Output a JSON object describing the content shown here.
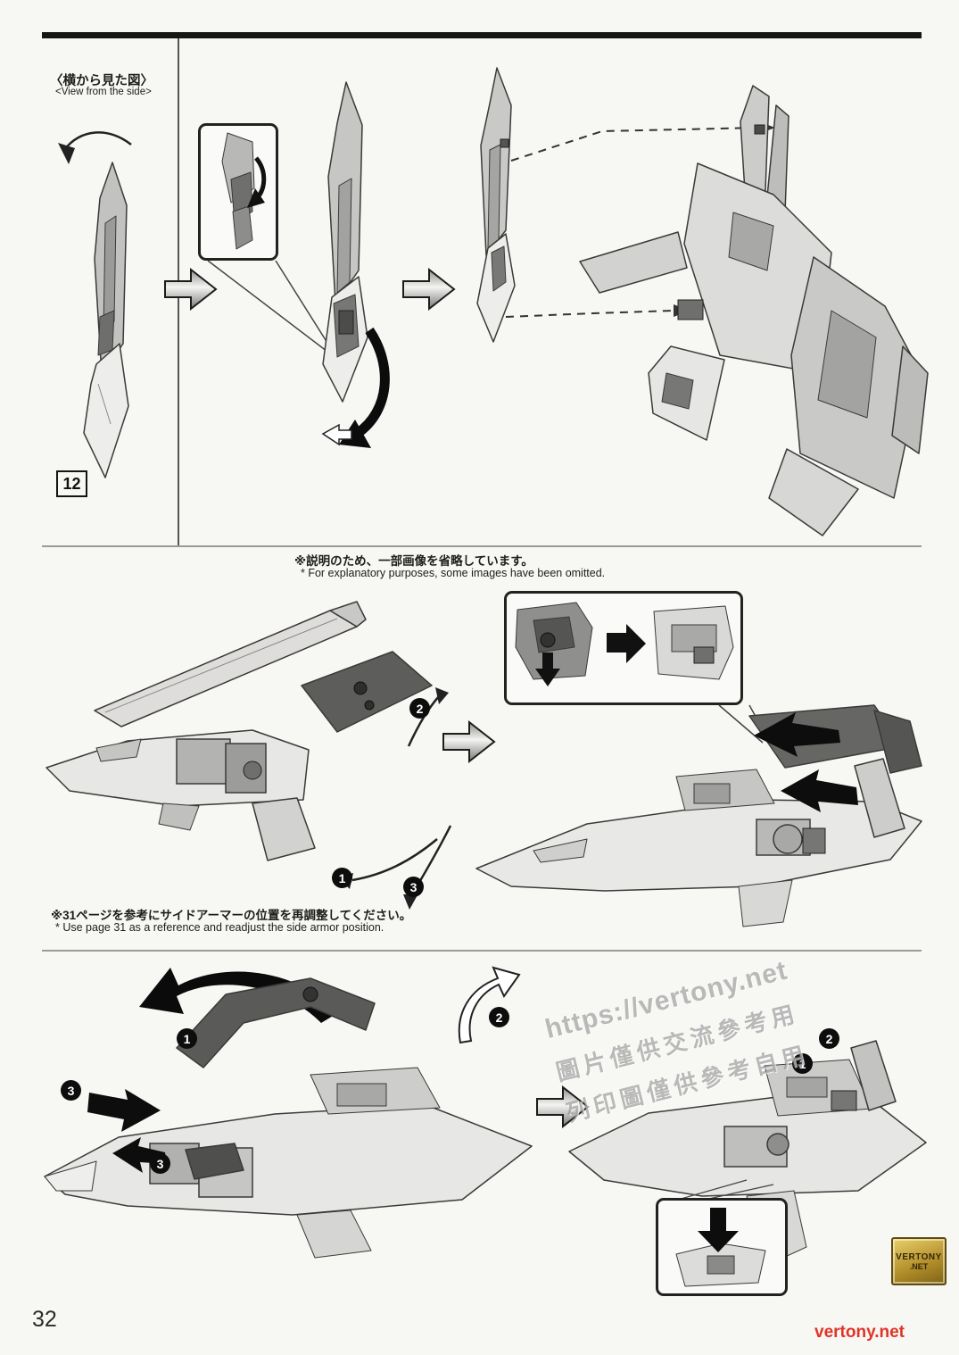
{
  "page": {
    "number": "32",
    "site_footer": "vertony.net"
  },
  "top_section": {
    "view_label_jp": "〈横から見た図〉",
    "view_label_en": "<View from the side>",
    "step_number": "12"
  },
  "notes": {
    "omitted_jp": "※説明のため、一部画像を省略しています。",
    "omitted_en": "* For explanatory purposes, some images have been omitted.",
    "readjust_jp": "※31ページを参考にサイドアーマーの位置を再調整してください。",
    "readjust_en": "* Use page 31 as a reference and readjust the side armor position."
  },
  "badges": {
    "one": "1",
    "two": "2",
    "three": "3"
  },
  "watermark": {
    "line1": "https://vertony.net",
    "line2": "圖片僅供交流參考用",
    "line3": "列印圖僅供參考自用"
  },
  "stamp": {
    "line1": "VERTONY",
    "line2": ".NET"
  },
  "colors": {
    "ink": "#161614",
    "paper": "#f7f7f4",
    "accent_red": "#e13427",
    "stamp_gold": "#b08c28",
    "dark_part": "#5a5a58",
    "light_part": "#e7e7e5"
  }
}
